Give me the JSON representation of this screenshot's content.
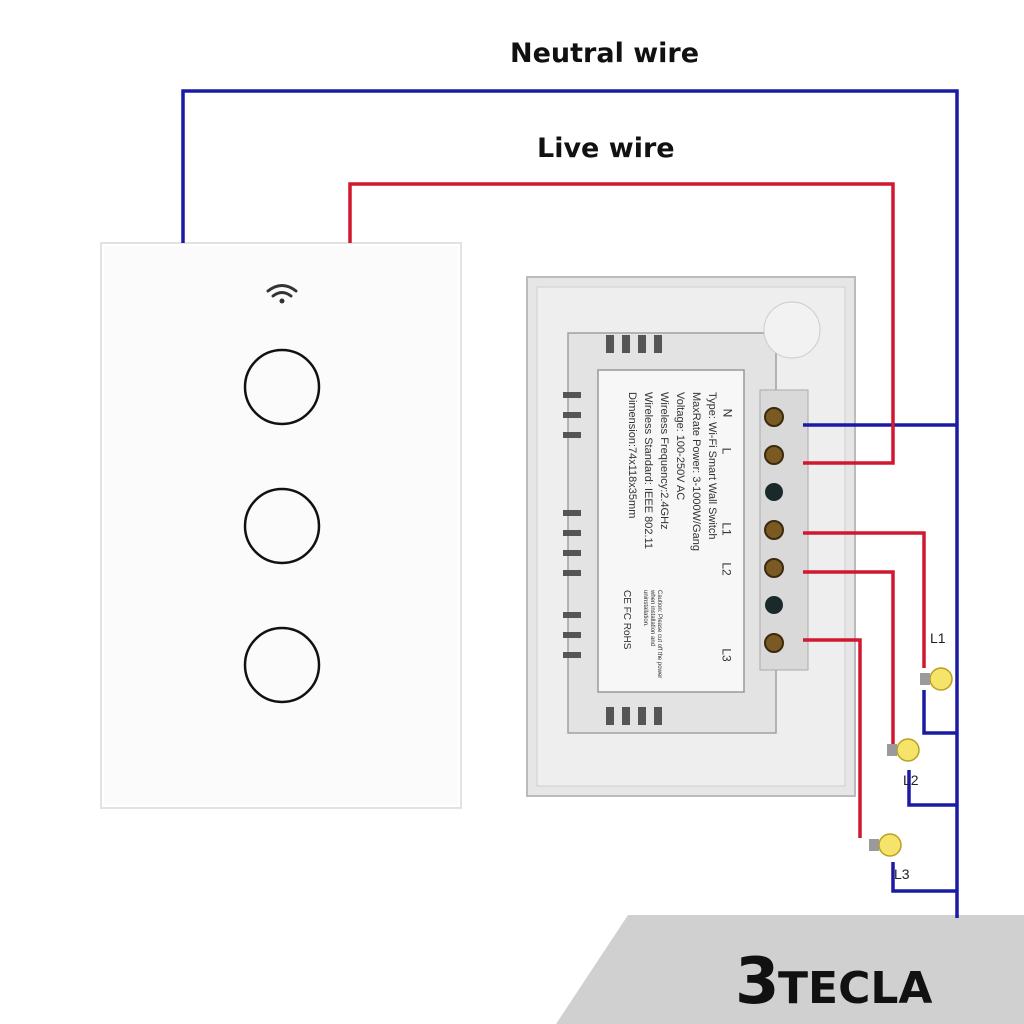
{
  "colors": {
    "neutral": "#1a1aa6",
    "live": "#d01830",
    "banner": "#d0d0d0"
  },
  "labels": {
    "neutral_wire": "Neutral wire",
    "live_wire": "Live wire"
  },
  "switch_front": {
    "icon": "wifi-icon",
    "buttons": 3
  },
  "switch_back": {
    "terminals": [
      "N",
      "L",
      "L1",
      "L2",
      "L3"
    ],
    "spec_lines": [
      "Type: Wi-Fi Smart Wall Switch",
      "MaxRate Power: 3-1000W/Gang",
      "Voltage: 100-250V AC",
      "Wireless Frequency:2.4GHz",
      "Wireless Standard: IEEE 802.11",
      "Dimension:74x118x35mm"
    ],
    "caution": "Caution: Please cut off the power when installation and uninstallation.",
    "certs": "CE FC RoHS"
  },
  "lamps": [
    "L1",
    "L2",
    "L3"
  ],
  "brand": {
    "number": "3",
    "word": "TECLA"
  }
}
